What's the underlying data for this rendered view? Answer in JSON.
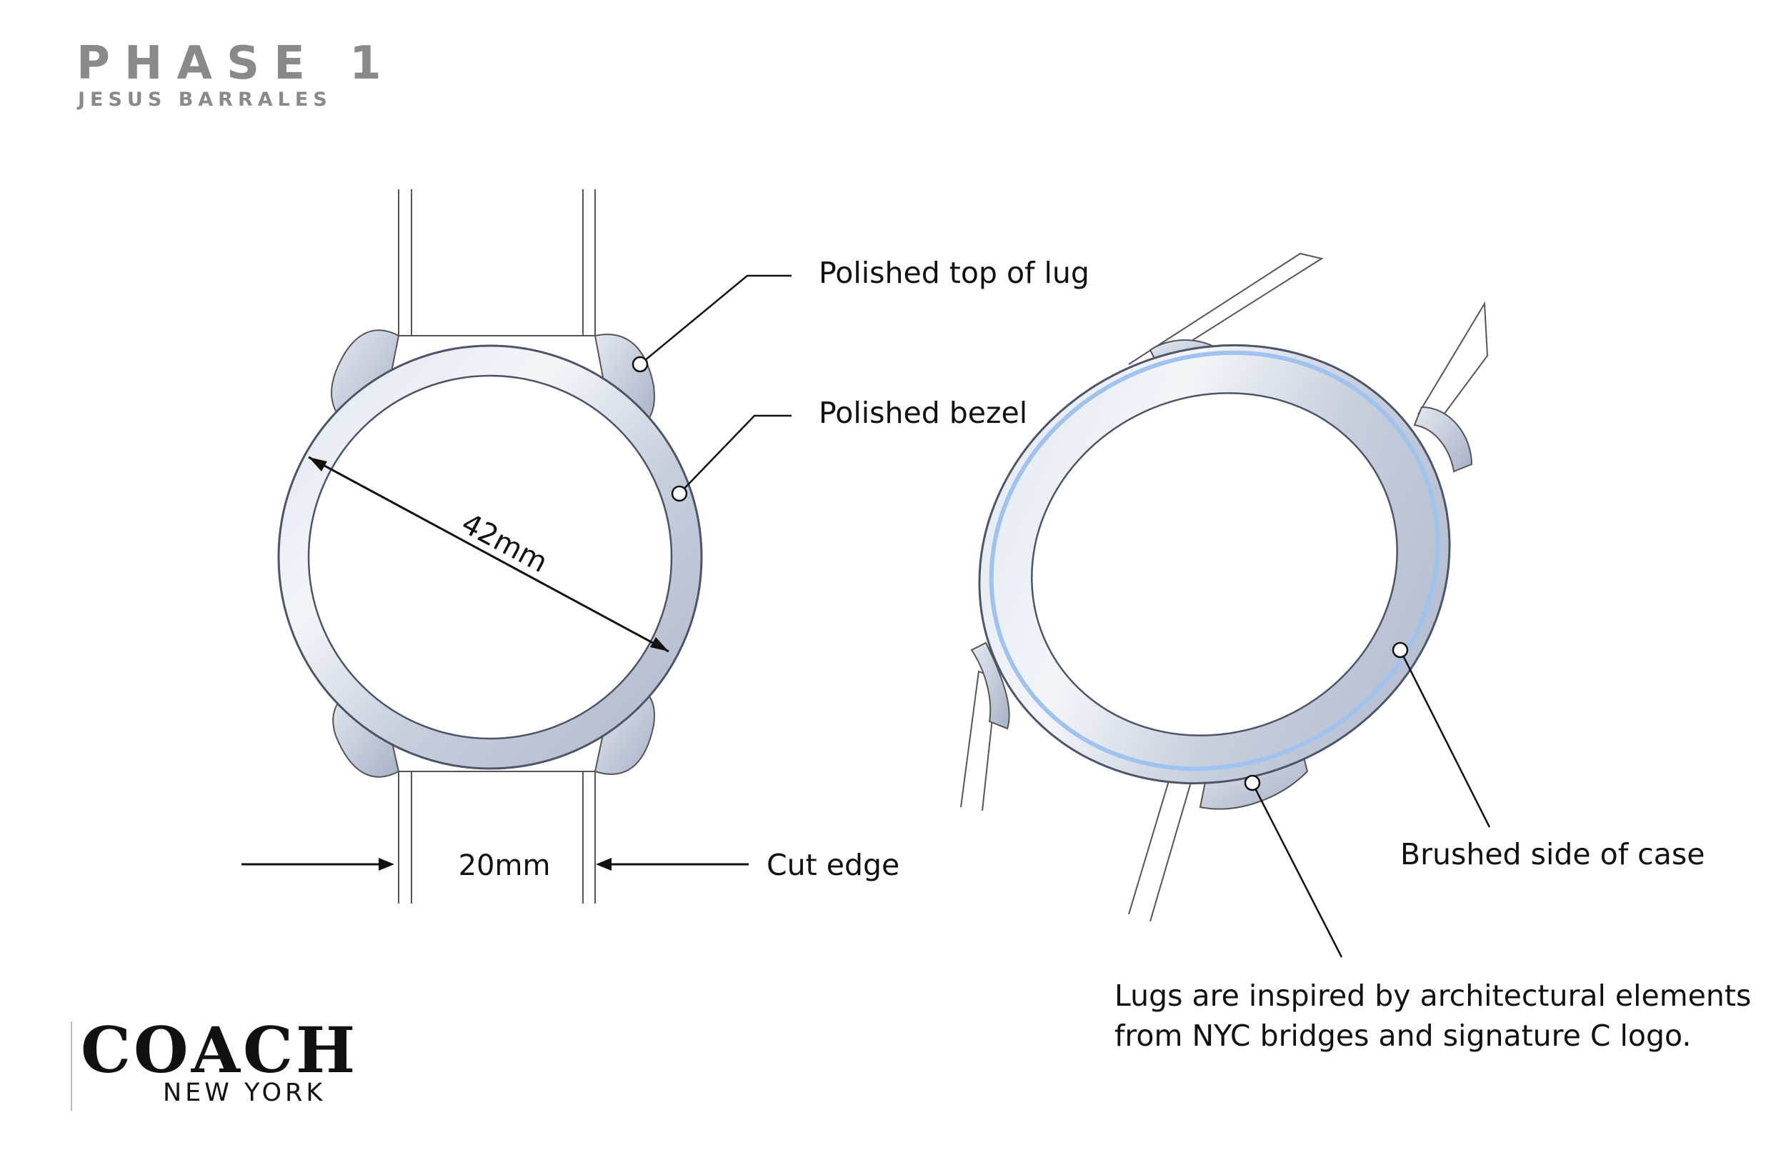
{
  "header": {
    "phase": "PHASE 1",
    "designer": "JESUS BARRALES"
  },
  "brand": {
    "name": "COACH",
    "city": "NEW YORK"
  },
  "dimensions": {
    "diameter": "42mm",
    "strap_width": "20mm"
  },
  "callouts": {
    "lug_top": "Polished top of lug",
    "bezel": "Polished bezel",
    "cut_edge": "Cut edge",
    "case_side": "Brushed side of case",
    "lugs_note_line1": "Lugs are inspired by architectural elements",
    "lugs_note_line2": "from NYC bridges and signature C logo."
  },
  "colors": {
    "ink": "#111111",
    "header_gray": "#8a8a8a",
    "metal": "#b9c4d8",
    "highlight": "#9fc2ee"
  }
}
